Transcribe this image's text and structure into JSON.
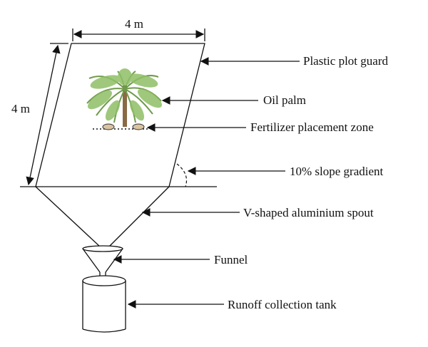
{
  "dimensions": {
    "width_label": "4 m",
    "height_label": "4 m"
  },
  "labels": {
    "plot_guard": "Plastic plot guard",
    "oil_palm": "Oil palm",
    "fertilizer_zone": "Fertilizer placement zone",
    "slope": "10% slope gradient",
    "spout": "V-shaped aluminium spout",
    "funnel": "Funnel",
    "tank": "Runoff collection tank"
  },
  "colors": {
    "line": "#111111",
    "palm_leaf": "#7fa85a",
    "palm_trunk": "#8a6a44"
  },
  "icons": {
    "palm": "oil-palm-tree-icon"
  }
}
